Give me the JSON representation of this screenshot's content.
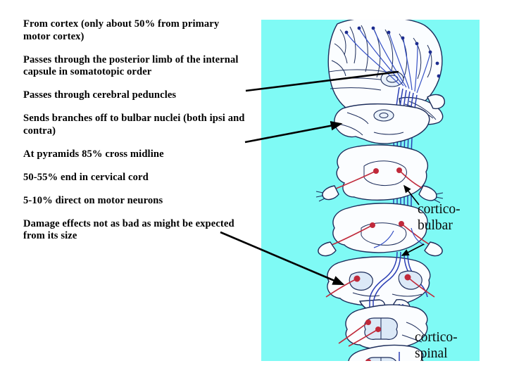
{
  "slide": {
    "background_color": "#ffffff",
    "panel_color": "#7ffaf5"
  },
  "bullets": [
    {
      "text": "From cortex (only about 50% from primary motor cortex)"
    },
    {
      "text": "Passes through the posterior limb of the internal capsule in somatotopic order"
    },
    {
      "text": "Passes through cerebral peduncles"
    },
    {
      "text": "Sends branches off to bulbar nuclei (both ipsi and contra)"
    },
    {
      "text": "At pyramids 85% cross midline"
    },
    {
      "text": "50-55% end in cervical cord"
    },
    {
      "text": "5-10% direct on motor neurons"
    },
    {
      "text": "Damage effects not as bad as might be expected from its size"
    }
  ],
  "diagram": {
    "title_labels": {
      "corticobulbar": "cortico-\nbulbar",
      "corticospinal": "cortico-\nspinal"
    },
    "colors": {
      "background": "#7ffaf5",
      "tract_blue": "#2b3fb4",
      "outline_blue": "#1b3a8f",
      "branch_red": "#c0293a",
      "tissue_fill": "#fbfdff",
      "tissue_shade": "#e4eef8"
    },
    "sections": [
      {
        "name": "cerebral-hemisphere",
        "label": "cerebral cortex with internal capsule"
      },
      {
        "name": "midbrain-peduncle",
        "label": "midbrain / cerebral peduncle"
      },
      {
        "name": "upper-pons",
        "label": "upper pons"
      },
      {
        "name": "lower-pons",
        "label": "lower pons"
      },
      {
        "name": "upper-medulla",
        "label": "upper medulla"
      },
      {
        "name": "pyramidal-decussation",
        "label": "pyramidal decussation"
      },
      {
        "name": "cervical-cord",
        "label": "cervical spinal cord"
      },
      {
        "name": "lumbar-cord",
        "label": "lumbar spinal cord"
      }
    ]
  },
  "connectors": [
    {
      "name": "internal-capsule-pointer",
      "arrowhead": false
    },
    {
      "name": "cerebral-peduncle-pointer",
      "arrowhead": true
    },
    {
      "name": "pyramid-decussation-pointer",
      "arrowhead": true
    },
    {
      "name": "corticobulbar-upper-pointer",
      "arrowhead": true
    },
    {
      "name": "corticobulbar-lower-pointer",
      "arrowhead": true
    }
  ]
}
